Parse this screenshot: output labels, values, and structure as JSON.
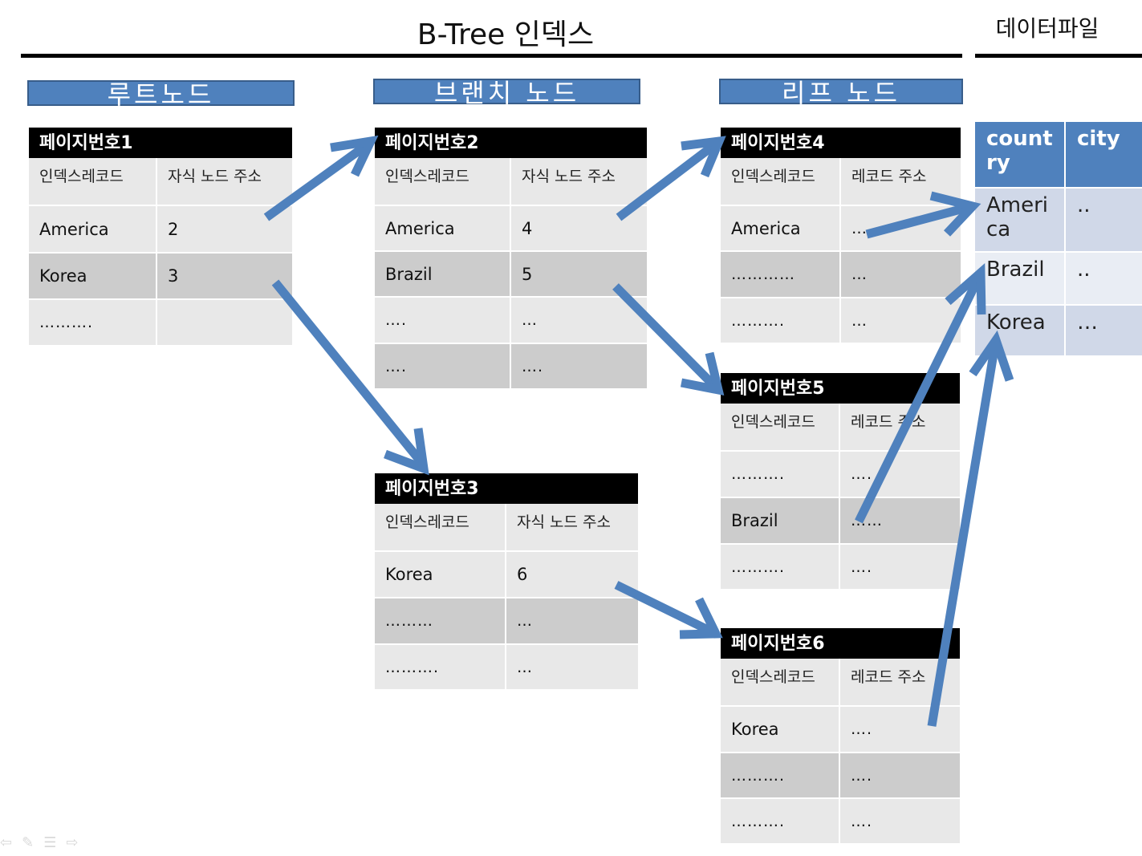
{
  "title": "B-Tree 인덱스",
  "datafile_title": "데이터파일",
  "levels": {
    "root": "루트노드",
    "branch": "브랜치 노드",
    "leaf": "리프 노드"
  },
  "colors": {
    "accent": "#4f81bd",
    "header": "#000000",
    "row_light": "#e8e8e8",
    "row_dark": "#cccccc"
  },
  "pages": {
    "p1": {
      "title": "페이지번호1",
      "col1": "인덱스레코드",
      "col2": "자식 노드 주소",
      "rows": [
        {
          "key": "America",
          "val": "2"
        },
        {
          "key": "Korea",
          "val": "3"
        },
        {
          "key": "……….",
          "val": ""
        }
      ]
    },
    "p2": {
      "title": "페이지번호2",
      "col1": "인덱스레코드",
      "col2": "자식 노드 주소",
      "rows": [
        {
          "key": "America",
          "val": "4"
        },
        {
          "key": "Brazil",
          "val": "5"
        },
        {
          "key": "….",
          "val": "…"
        },
        {
          "key": "….",
          "val": "…."
        }
      ]
    },
    "p3": {
      "title": "페이지번호3",
      "col1": "인덱스레코드",
      "col2": "자식 노드 주소",
      "rows": [
        {
          "key": "Korea",
          "val": "6"
        },
        {
          "key": "………",
          "val": "…"
        },
        {
          "key": "……….",
          "val": "…"
        }
      ]
    },
    "p4": {
      "title": "페이지번호4",
      "col1": "인덱스레코드",
      "col2": "레코드 주소",
      "rows": [
        {
          "key": "America",
          "val": "…"
        },
        {
          "key": "…………",
          "val": "…"
        },
        {
          "key": "……….",
          "val": "…"
        }
      ]
    },
    "p5": {
      "title": "페이지번호5",
      "col1": "인덱스레코드",
      "col2": "레코드 주소",
      "rows": [
        {
          "key": "……….",
          "val": "…."
        },
        {
          "key": "Brazil",
          "val": "……"
        },
        {
          "key": "……….",
          "val": "…."
        }
      ]
    },
    "p6": {
      "title": "페이지번호6",
      "col1": "인덱스레코드",
      "col2": "레코드 주소",
      "rows": [
        {
          "key": "Korea",
          "val": "…."
        },
        {
          "key": "……….",
          "val": "…."
        },
        {
          "key": "……….",
          "val": "…."
        }
      ]
    }
  },
  "datafile": {
    "headers": [
      "count ry",
      "city"
    ],
    "rows": [
      {
        "country": "Ameri ca",
        "city": ".."
      },
      {
        "country": "Brazil",
        "city": ".."
      },
      {
        "country": "Korea",
        "city": "…"
      }
    ]
  },
  "nav_icons": [
    "prev-arrow-icon",
    "pen-icon",
    "menu-icon",
    "next-arrow-icon"
  ]
}
